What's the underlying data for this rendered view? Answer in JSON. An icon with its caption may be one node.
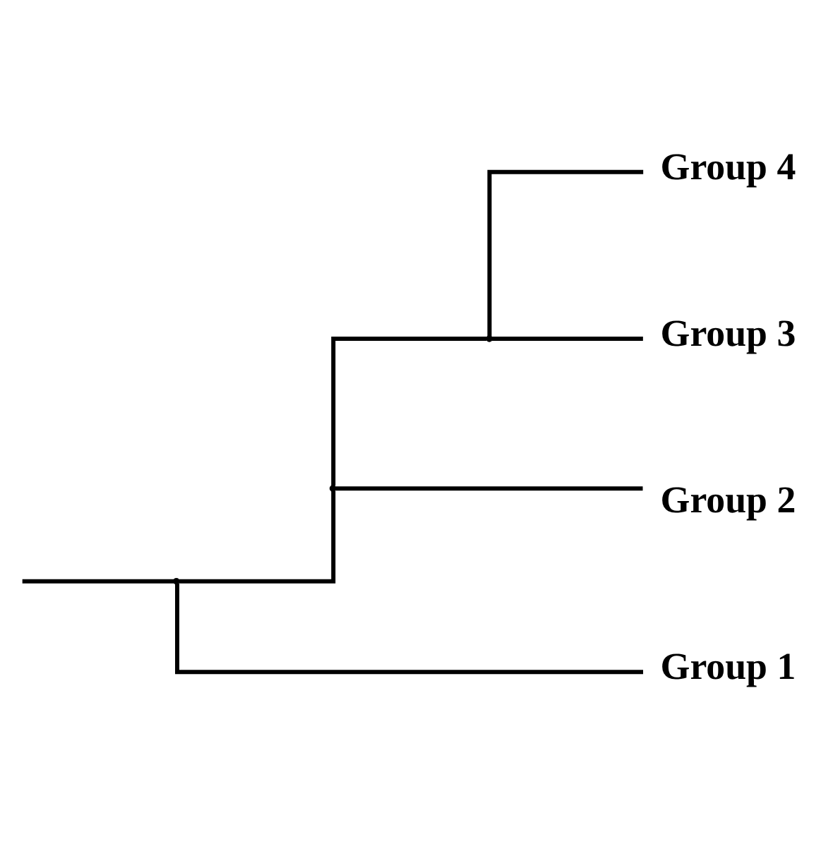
{
  "diagram": {
    "nodes": [
      {
        "text": [
          "Group 4"
        ]
      },
      {
        "text": [
          "Group 3"
        ]
      },
      {
        "text": [
          "Group 2"
        ]
      },
      {
        "text": [
          "Group 1"
        ]
      },
      {
        "text": [],
        "shape": "point"
      },
      {
        "text": [],
        "shape": "point"
      },
      {
        "text": [],
        "shape": "point"
      }
    ],
    "edges": [
      {
        "from": null,
        "to": 4,
        "arrow": "none"
      },
      {
        "from": 4,
        "to": 5,
        "arrow": "none"
      },
      {
        "from": 4,
        "to": 3,
        "arrow": "none"
      },
      {
        "from": 5,
        "to": 6,
        "arrow": "none"
      },
      {
        "from": 5,
        "to": 2,
        "arrow": "none"
      },
      {
        "from": 6,
        "to": 0,
        "arrow": "none"
      },
      {
        "from": 6,
        "to": 1,
        "arrow": "none"
      }
    ]
  }
}
